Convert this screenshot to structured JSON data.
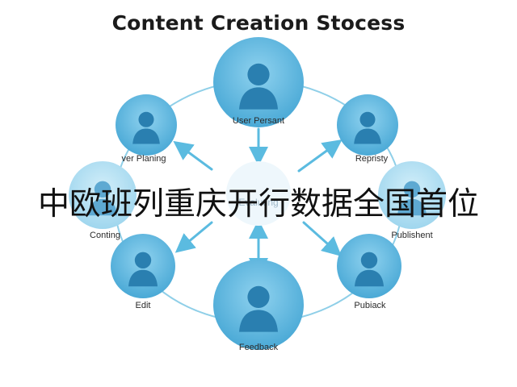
{
  "diagram": {
    "title": "Content Creation Stocess",
    "center_label": "Evaluting",
    "nodes": [
      {
        "id": "top",
        "label": "User Persant"
      },
      {
        "id": "upper-left",
        "label": "ver Planing"
      },
      {
        "id": "upper-right",
        "label": "Repristy"
      },
      {
        "id": "left",
        "label": "Conting"
      },
      {
        "id": "right",
        "label": "Publishent"
      },
      {
        "id": "lower-left",
        "label": "Edit"
      },
      {
        "id": "lower-right",
        "label": "Pubiack"
      },
      {
        "id": "bottom",
        "label": "Feedback"
      }
    ],
    "colors": {
      "node_fill": "#5bb6dd",
      "node_fill_light": "#9fd6ee",
      "silhouette": "#2a7fb0",
      "arrow": "#5bbbe0",
      "ring": "#8fcfe8"
    }
  },
  "overlay_text": "中欧班列重庆开行数据全国首位"
}
